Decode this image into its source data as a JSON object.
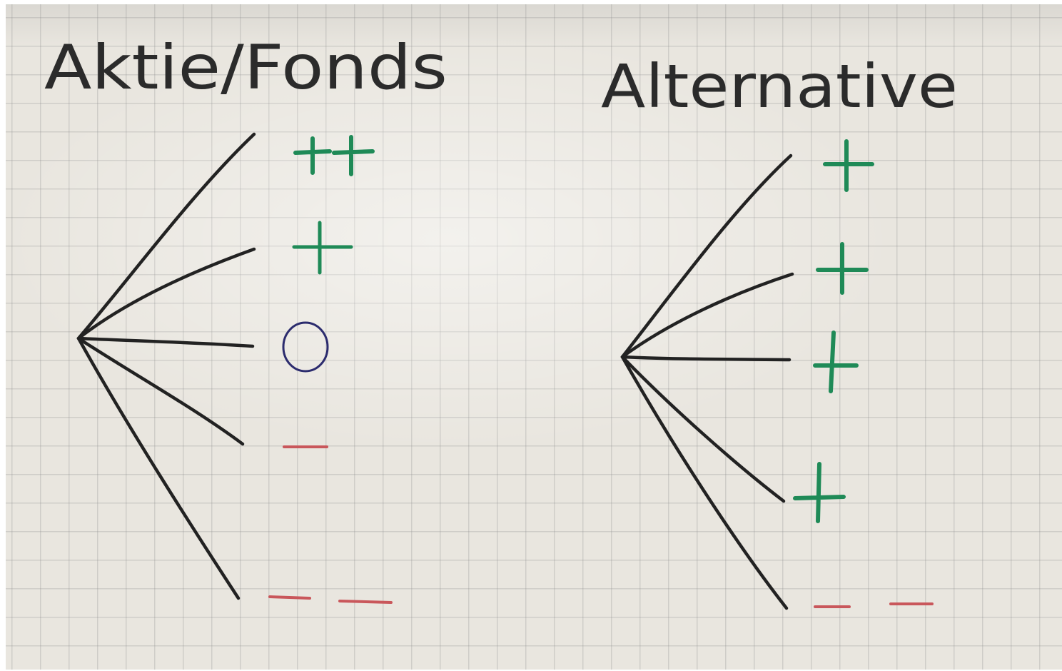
{
  "chart_left": {
    "title": "Aktie/Fonds",
    "outcomes": [
      {
        "symbol": "++",
        "sign": "plus",
        "color": "green"
      },
      {
        "symbol": "+",
        "sign": "plus",
        "color": "green"
      },
      {
        "symbol": "0",
        "sign": "zero",
        "color": "blue"
      },
      {
        "symbol": "–",
        "sign": "minus",
        "color": "red"
      },
      {
        "symbol": "– –",
        "sign": "minus",
        "color": "red"
      }
    ]
  },
  "chart_right": {
    "title": "Alternative",
    "outcomes": [
      {
        "symbol": "+",
        "sign": "plus",
        "color": "green"
      },
      {
        "symbol": "+",
        "sign": "plus",
        "color": "green"
      },
      {
        "symbol": "+",
        "sign": "plus",
        "color": "green"
      },
      {
        "symbol": "+",
        "sign": "plus",
        "color": "green"
      },
      {
        "symbol": "– –",
        "sign": "minus",
        "color": "red"
      }
    ]
  },
  "colors": {
    "ink": "#222222",
    "green": "#1f8a57",
    "red": "#c9575b",
    "blue": "#2c2c6e",
    "paper": "#e9e6df"
  }
}
